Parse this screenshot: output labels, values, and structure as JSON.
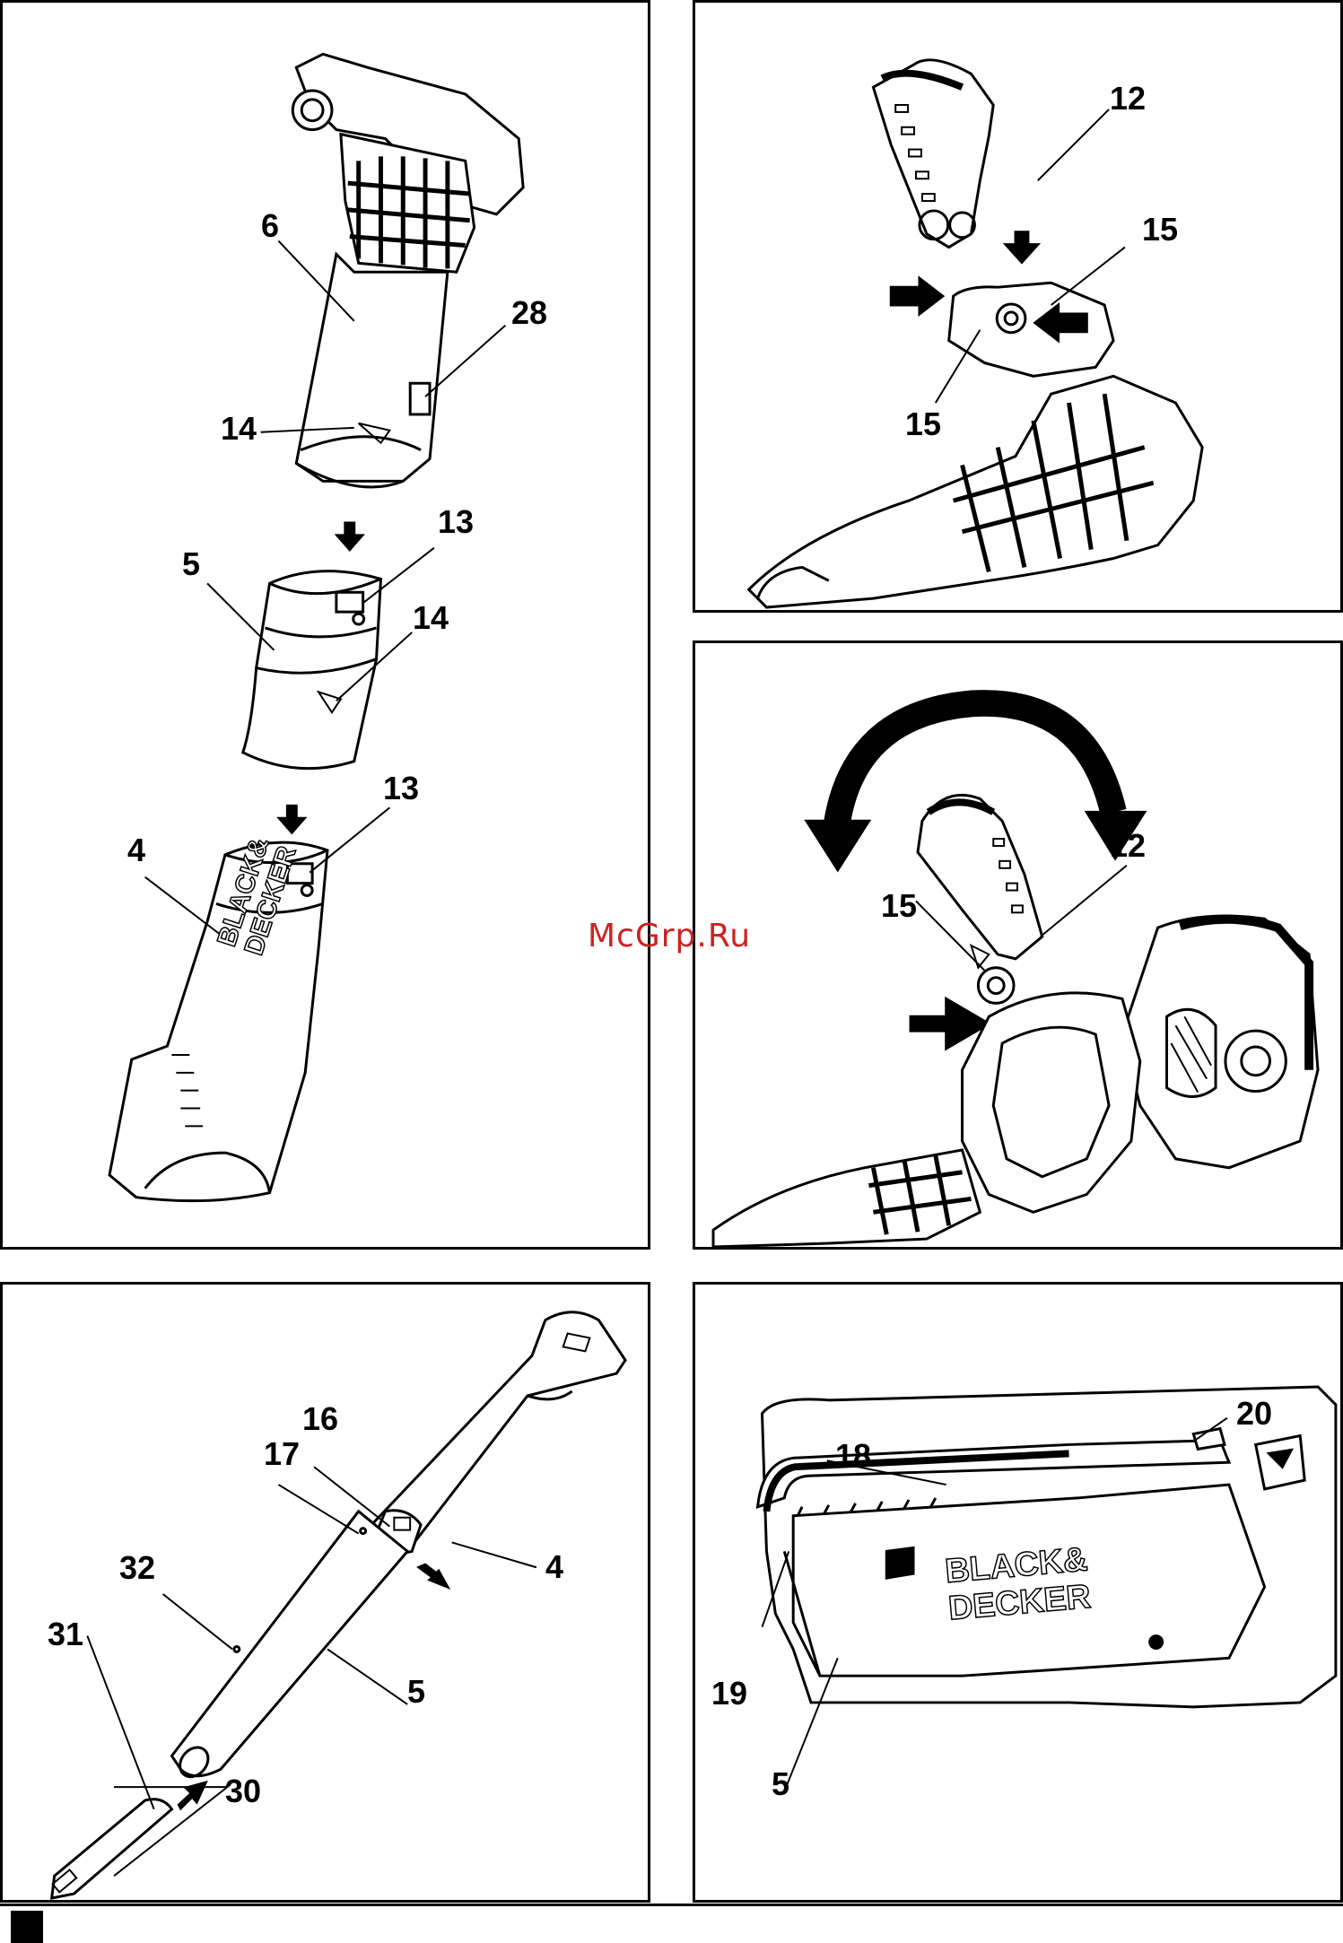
{
  "watermark": "McGrp.Ru",
  "panels": {
    "a": {
      "labels": {
        "l6": "6",
        "l28": "28",
        "l14a": "14",
        "l13a": "13",
        "l5": "5",
        "l14b": "14",
        "l13b": "13",
        "l4": "4"
      },
      "brand": {
        "line1": "BLACK&",
        "line2": "DECKER"
      }
    },
    "b": {
      "labels": {
        "l12": "12",
        "l15a": "15",
        "l15b": "15"
      }
    },
    "c": {
      "labels": {
        "l12": "12",
        "l15": "15"
      }
    },
    "d": {
      "labels": {
        "l16": "16",
        "l17": "17",
        "l32": "32",
        "l4": "4",
        "l31": "31",
        "l5": "5",
        "l30": "30"
      }
    },
    "e": {
      "labels": {
        "l20": "20",
        "l18": "18",
        "l19": "19",
        "l5": "5"
      },
      "brand": {
        "line1": "BLACK&",
        "line2": "DECKER"
      }
    }
  }
}
